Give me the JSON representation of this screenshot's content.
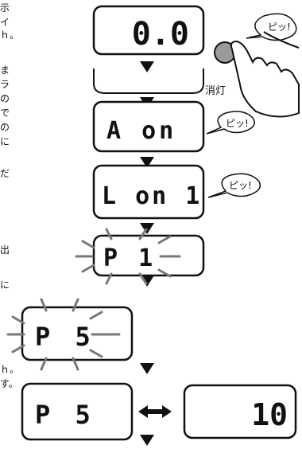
{
  "displays": {
    "d1": "0.0",
    "d2": "A on",
    "d3": "L on 1",
    "d4": "P  1",
    "d5": "P 5",
    "d6a": "P 5",
    "d6b": "10"
  },
  "labels": {
    "lights_off": "消灯",
    "beep": "ピッ!"
  },
  "left_text_fragments": [
    "示",
    "イ",
    "ｈ。",
    "ま",
    "ラ",
    "の",
    "で",
    "の",
    "に",
    "だ",
    "出",
    "に",
    "ｈ。",
    "す。"
  ]
}
